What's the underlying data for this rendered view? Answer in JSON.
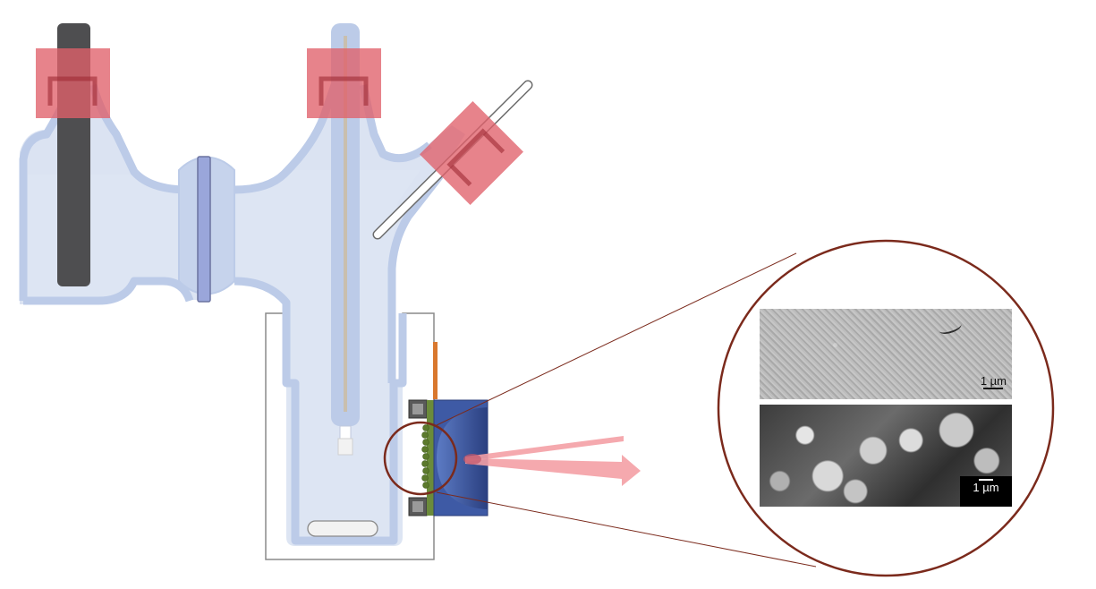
{
  "diagram": {
    "components": [
      {
        "name": "counter-electrode-rod"
      },
      {
        "name": "glass-cell-left-compartment"
      },
      {
        "name": "membrane-separator"
      },
      {
        "name": "glass-cell-main-compartment"
      },
      {
        "name": "reference-electrode"
      },
      {
        "name": "gas-inlet-tube"
      },
      {
        "name": "rubber-septum-stoppers"
      },
      {
        "name": "working-electrode-window"
      },
      {
        "name": "optical-element"
      },
      {
        "name": "incident-and-reflected-beam"
      },
      {
        "name": "magnified-inset"
      }
    ],
    "colors": {
      "electrolyte": "#dbe3f2",
      "glass": "#bccbe8",
      "membrane": "#9aa6da",
      "stopper": "#e0606a",
      "rod": "#4e4e50",
      "optic": "#3e5aa5",
      "film": "#6b8b3a",
      "contact": "#d9782e",
      "beam": "#f4a0a5",
      "inset_ring": "#7b2a1c"
    }
  },
  "inset": {
    "top_image": {
      "scale_label": "1 µm"
    },
    "bottom_image": {
      "scale_label": "1 µm"
    }
  }
}
